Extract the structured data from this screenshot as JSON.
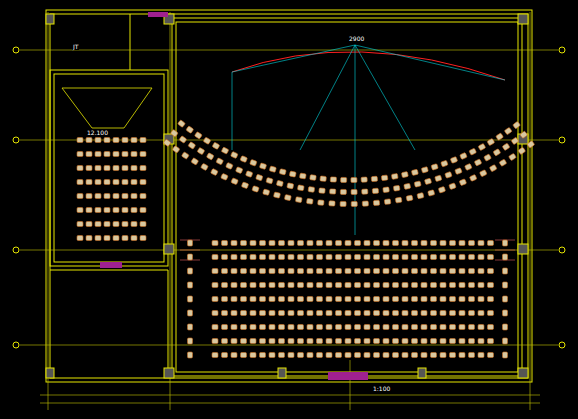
{
  "diagram": {
    "labels": [
      "JT",
      "12.100",
      "2900",
      "1:100"
    ]
  }
}
